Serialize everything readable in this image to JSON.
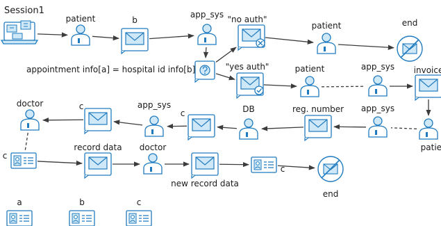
{
  "title": "Session1",
  "colors": {
    "edge": "#3c3c3c",
    "fill": "#cfe8f8",
    "stroke": "#1f7bc0",
    "text": "#1a1a1a",
    "ok": "#1f7bc0",
    "deny": "#1f7bc0"
  },
  "annotation": "appointment info[a] = hospital id info[b]",
  "nodes": [
    {
      "id": "session",
      "icon": "laptop-icon",
      "label": ""
    },
    {
      "id": "patient1",
      "icon": "person-icon",
      "label": "patient"
    },
    {
      "id": "b_msg",
      "icon": "envelope-icon",
      "label": "b"
    },
    {
      "id": "app_sys1",
      "icon": "person-icon",
      "label": "app_sys"
    },
    {
      "id": "check",
      "icon": "question-envelope-icon",
      "label": ""
    },
    {
      "id": "no_auth",
      "icon": "deny-envelope-icon",
      "label": "\"no auth\""
    },
    {
      "id": "patient2",
      "icon": "person-icon",
      "label": "patient"
    },
    {
      "id": "end1",
      "icon": "blocked-envelope-icon",
      "label": "end"
    },
    {
      "id": "yes_auth",
      "icon": "check-envelope-icon",
      "label": "\"yes auth\""
    },
    {
      "id": "patient3",
      "icon": "person-icon",
      "label": "patient"
    },
    {
      "id": "app_sys2",
      "icon": "person-icon",
      "label": "app_sys"
    },
    {
      "id": "invoice",
      "icon": "envelope-icon",
      "label": "invoice"
    },
    {
      "id": "patient4",
      "icon": "person-icon",
      "label": "patient"
    },
    {
      "id": "app_sys3",
      "icon": "person-icon",
      "label": "app_sys"
    },
    {
      "id": "reg_number",
      "icon": "envelope-icon",
      "label": "reg. number"
    },
    {
      "id": "db",
      "icon": "person-icon",
      "label": "DB"
    },
    {
      "id": "c_msg2",
      "icon": "envelope-icon",
      "label": "c"
    },
    {
      "id": "app_sys4",
      "icon": "person-icon",
      "label": "app_sys"
    },
    {
      "id": "c_msg1",
      "icon": "envelope-icon",
      "label": "c"
    },
    {
      "id": "doctor1",
      "icon": "person-icon",
      "label": "doctor"
    },
    {
      "id": "c_card1",
      "icon": "id-card-icon",
      "label": "c"
    },
    {
      "id": "record_data",
      "icon": "envelope-icon",
      "label": "record data"
    },
    {
      "id": "doctor2",
      "icon": "person-icon",
      "label": "doctor"
    },
    {
      "id": "new_record",
      "icon": "envelope-icon",
      "label": "new record data"
    },
    {
      "id": "c_card2",
      "icon": "id-card-icon",
      "label": "c"
    },
    {
      "id": "end2",
      "icon": "blocked-envelope-icon",
      "label": "end"
    }
  ],
  "edges": [
    {
      "from": "session",
      "to": "patient1",
      "style": "solid"
    },
    {
      "from": "patient1",
      "to": "b_msg",
      "style": "solid"
    },
    {
      "from": "b_msg",
      "to": "app_sys1",
      "style": "solid"
    },
    {
      "from": "app_sys1",
      "to": "check",
      "style": "solid"
    },
    {
      "from": "check",
      "to": "no_auth",
      "style": "solid"
    },
    {
      "from": "no_auth",
      "to": "patient2",
      "style": "solid"
    },
    {
      "from": "patient2",
      "to": "end1",
      "style": "solid"
    },
    {
      "from": "check",
      "to": "yes_auth",
      "style": "solid"
    },
    {
      "from": "yes_auth",
      "to": "patient3",
      "style": "solid"
    },
    {
      "from": "patient3",
      "to": "app_sys2",
      "style": "dashed"
    },
    {
      "from": "app_sys2",
      "to": "invoice",
      "style": "solid"
    },
    {
      "from": "invoice",
      "to": "patient4",
      "style": "solid"
    },
    {
      "from": "patient4",
      "to": "app_sys3",
      "style": "dashed"
    },
    {
      "from": "app_sys3",
      "to": "reg_number",
      "style": "solid"
    },
    {
      "from": "reg_number",
      "to": "db",
      "style": "solid"
    },
    {
      "from": "db",
      "to": "c_msg2",
      "style": "solid"
    },
    {
      "from": "c_msg2",
      "to": "app_sys4",
      "style": "solid"
    },
    {
      "from": "app_sys4",
      "to": "c_msg1",
      "style": "solid"
    },
    {
      "from": "c_msg1",
      "to": "doctor1",
      "style": "solid"
    },
    {
      "from": "doctor1",
      "to": "c_card1",
      "style": "dashed"
    },
    {
      "from": "c_card1",
      "to": "record_data",
      "style": "solid"
    },
    {
      "from": "record_data",
      "to": "doctor2",
      "style": "solid"
    },
    {
      "from": "doctor2",
      "to": "new_record",
      "style": "solid"
    },
    {
      "from": "new_record",
      "to": "c_card2",
      "style": "solid"
    },
    {
      "from": "c_card2",
      "to": "end2",
      "style": "solid"
    }
  ],
  "legend": [
    {
      "id": "leg_a",
      "icon": "id-card-icon",
      "label": "a"
    },
    {
      "id": "leg_b",
      "icon": "id-card-icon",
      "label": "b"
    },
    {
      "id": "leg_c",
      "icon": "id-card-icon",
      "label": "c"
    }
  ]
}
